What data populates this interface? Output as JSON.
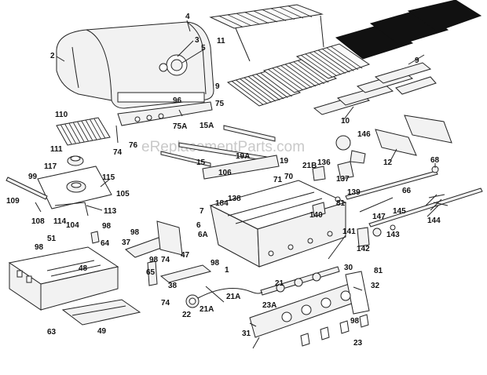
{
  "watermark": "eReplacementParts.com",
  "callouts": [
    "2",
    "3",
    "4",
    "5",
    "9",
    "10",
    "11",
    "12",
    "15",
    "15A",
    "19",
    "19A",
    "21",
    "21A",
    "21B",
    "22",
    "23",
    "23A",
    "30",
    "31",
    "32",
    "37",
    "38",
    "47",
    "48",
    "49",
    "51",
    "63",
    "64",
    "65",
    "66",
    "68",
    "70",
    "71",
    "74",
    "75",
    "75A",
    "76",
    "81",
    "96",
    "98",
    "99",
    "104",
    "105",
    "106",
    "108",
    "109",
    "110",
    "111",
    "113",
    "114",
    "115",
    "117",
    "136",
    "137",
    "138",
    "139",
    "140",
    "141",
    "142",
    "143",
    "144",
    "145",
    "146",
    "147",
    "184"
  ]
}
